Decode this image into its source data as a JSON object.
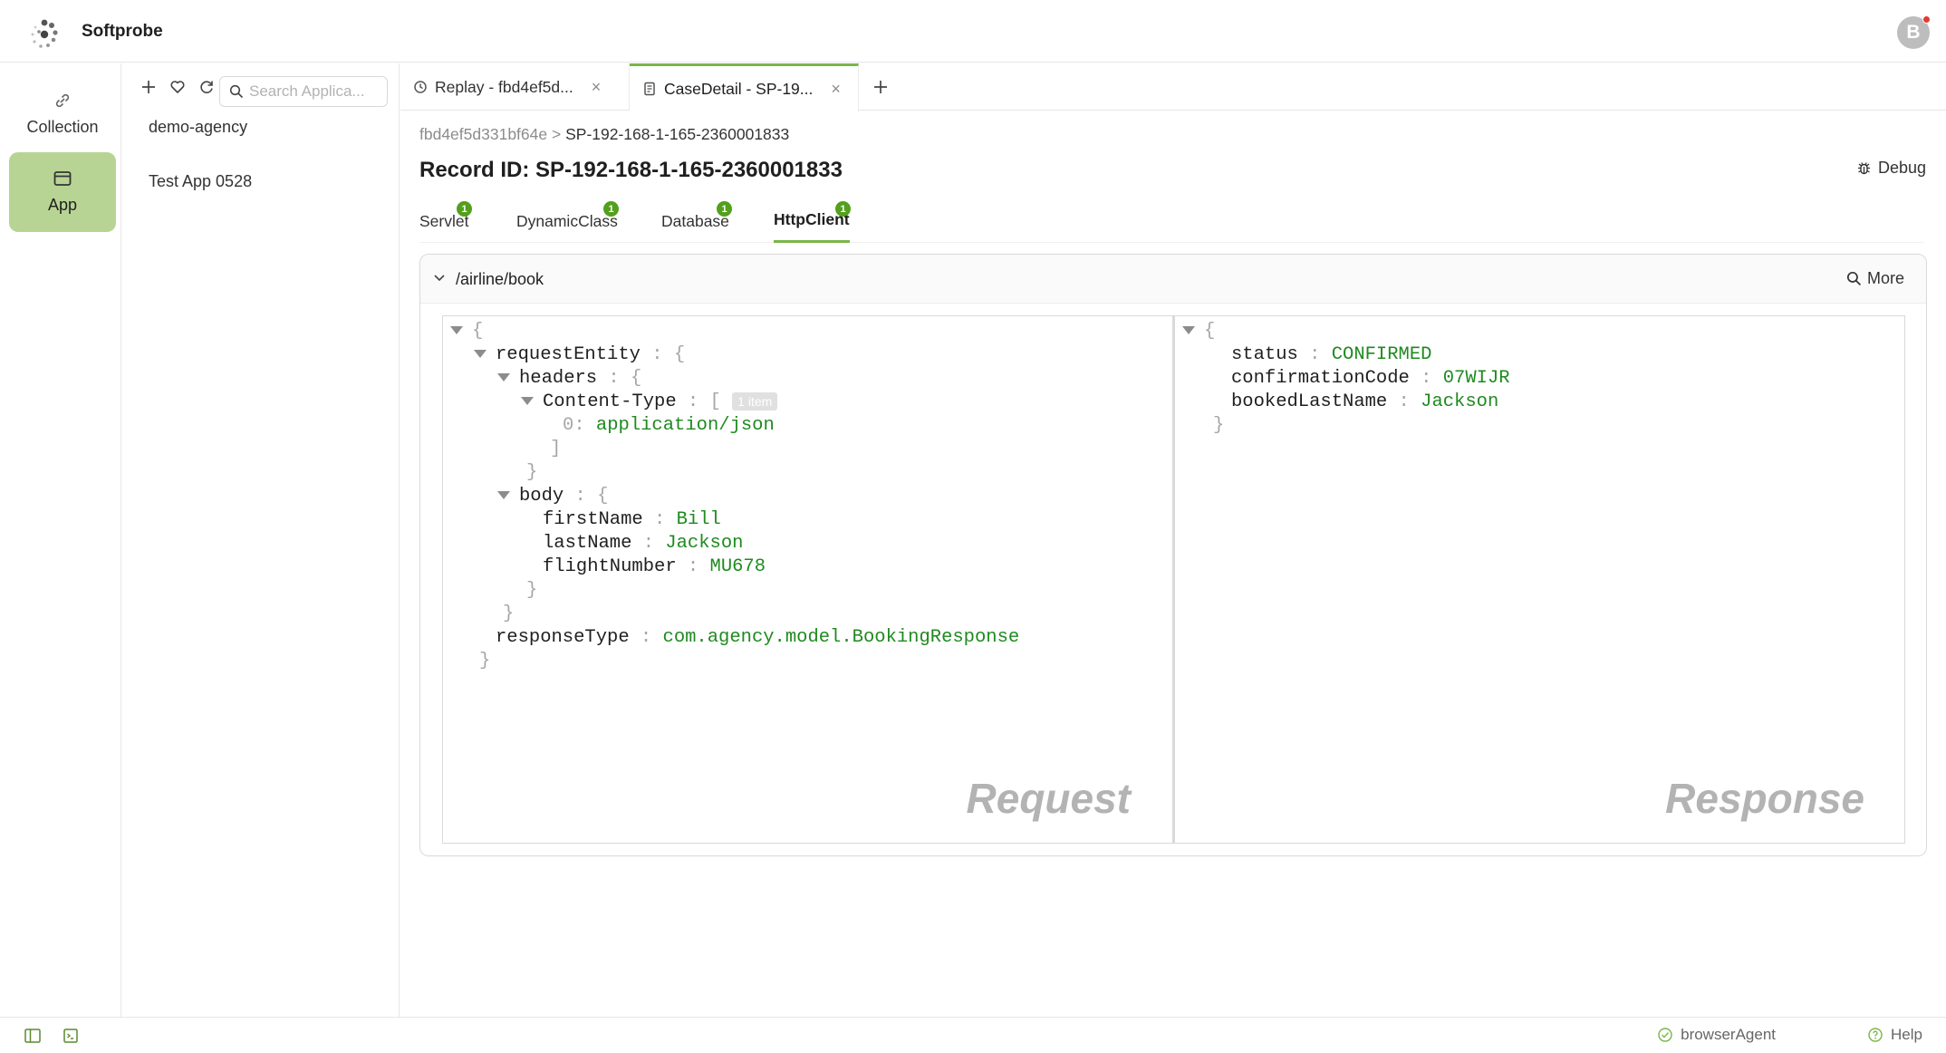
{
  "header": {
    "brand": "Softprobe",
    "avatar_initial": "B"
  },
  "left_menu": [
    {
      "label": "Collection",
      "icon": "link-icon",
      "active": false
    },
    {
      "label": "App",
      "icon": "window-icon",
      "active": true
    }
  ],
  "app_panel": {
    "search_placeholder": "Search Applica...",
    "apps": [
      "demo-agency",
      "Test App 0528"
    ]
  },
  "tabs": [
    {
      "label": "Replay - fbd4ef5d...",
      "icon": "history-icon",
      "active": false
    },
    {
      "label": "CaseDetail - SP-19...",
      "icon": "document-icon",
      "active": true
    }
  ],
  "breadcrumb": {
    "parent": "fbd4ef5d331bf64e",
    "separator": ">",
    "current": "SP-192-168-1-165-2360001833"
  },
  "record_title": "Record ID: SP-192-168-1-165-2360001833",
  "debug_label": "Debug",
  "category_tabs": [
    {
      "label": "Servlet",
      "count": "1",
      "active": false
    },
    {
      "label": "DynamicClass",
      "count": "1",
      "active": false
    },
    {
      "label": "Database",
      "count": "1",
      "active": false
    },
    {
      "label": "HttpClient",
      "count": "1",
      "active": true
    }
  ],
  "route": {
    "path": "/airline/book",
    "more_label": "More"
  },
  "request": {
    "label": "Request",
    "lines": {
      "open": "{",
      "requestEntity_key": "requestEntity",
      "headers_key": "headers",
      "content_type_key": "Content-Type",
      "content_type_count": "1 item",
      "index_0": "0",
      "content_type_value": "application/json",
      "body_key": "body",
      "firstName_key": "firstName",
      "firstName_value": "Bill",
      "lastName_key": "lastName",
      "lastName_value": "Jackson",
      "flightNumber_key": "flightNumber",
      "flightNumber_value": "MU678",
      "responseType_key": "responseType",
      "responseType_value": "com.agency.model.BookingResponse",
      "close": "}"
    }
  },
  "response": {
    "label": "Response",
    "lines": {
      "open": "{",
      "status_key": "status",
      "status_value": "CONFIRMED",
      "confirmationCode_key": "confirmationCode",
      "confirmationCode_value": "07WIJR",
      "bookedLastName_key": "bookedLastName",
      "bookedLastName_value": "Jackson",
      "close": "}"
    }
  },
  "footer": {
    "agent_label": "browserAgent",
    "help_label": "Help"
  },
  "colors": {
    "accent": "#7ab648",
    "active_menu_bg": "#b8d494",
    "badge": "#52a01c",
    "json_value": "#1f8a1f"
  }
}
